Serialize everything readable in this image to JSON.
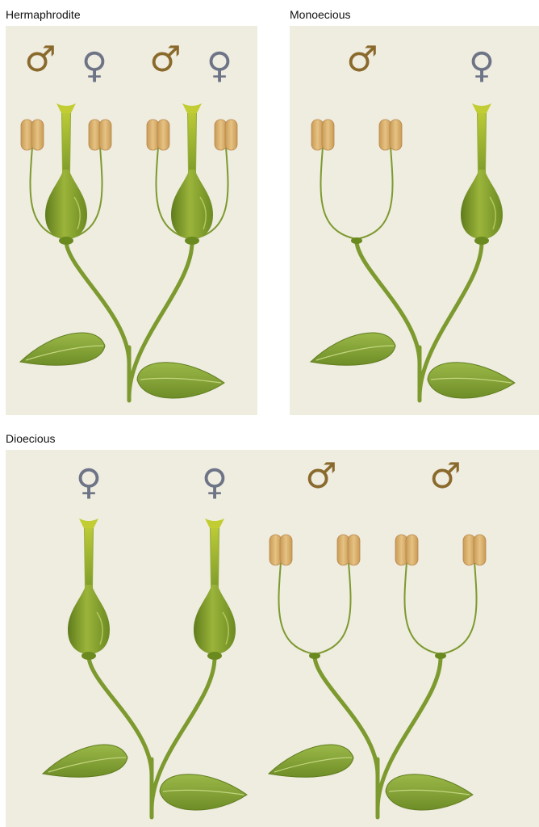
{
  "panels": {
    "hermaphrodite": {
      "title": "Hermaphrodite"
    },
    "monoecious": {
      "title": "Monoecious"
    },
    "dioecious": {
      "title": "Dioecious"
    }
  },
  "symbols": {
    "male": "♂",
    "female": "♀"
  },
  "colors": {
    "panel_bg": "#efece0",
    "male_symbol": "#8a6a2c",
    "female_symbol": "#6d7486",
    "stem": "#7d9a2f",
    "pistil_dark": "#6f8d22",
    "pistil_light": "#a9c03a",
    "anther": "#d9b06a",
    "leaf": "#8aa83a"
  }
}
